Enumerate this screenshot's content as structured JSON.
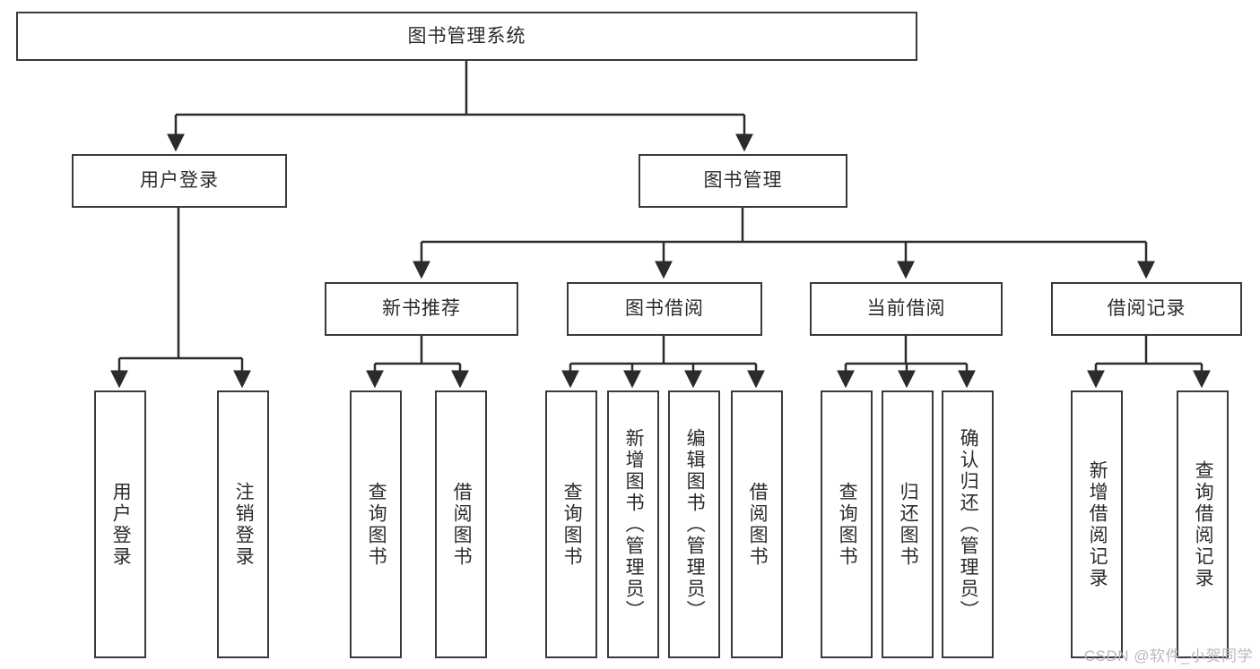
{
  "diagram": {
    "title": "图书管理系统",
    "type": "tree",
    "style": {
      "box_border_color": "#3a3a3a",
      "box_fill_color": "#ffffff",
      "edge_color": "#2b2b2b",
      "text_color": "#2b2b2b",
      "background_color": "#ffffff"
    },
    "nodes": {
      "root": {
        "label": "图书管理系统"
      },
      "level2": [
        {
          "label": "用户登录"
        },
        {
          "label": "图书管理"
        }
      ],
      "level3": [
        {
          "label": "新书推荐"
        },
        {
          "label": "图书借阅"
        },
        {
          "label": "当前借阅"
        },
        {
          "label": "借阅记录"
        }
      ],
      "leaves": {
        "user_login": [
          {
            "label": "用户登录"
          },
          {
            "label": "注销登录"
          }
        ],
        "new_book": [
          {
            "label": "查询图书"
          },
          {
            "label": "借阅图书"
          }
        ],
        "book_borrow": [
          {
            "label": "查询图书"
          },
          {
            "label": "新增图书（管理员）"
          },
          {
            "label": "编辑图书（管理员）"
          },
          {
            "label": "借阅图书"
          }
        ],
        "current_borrow": [
          {
            "label": "查询图书"
          },
          {
            "label": "归还图书"
          },
          {
            "label": "确认归还（管理员）"
          }
        ],
        "borrow_record": [
          {
            "label": "新增借阅记录"
          },
          {
            "label": "查询借阅记录"
          }
        ]
      }
    }
  },
  "watermark": {
    "text": "CSDN @软件_小贺同学"
  }
}
